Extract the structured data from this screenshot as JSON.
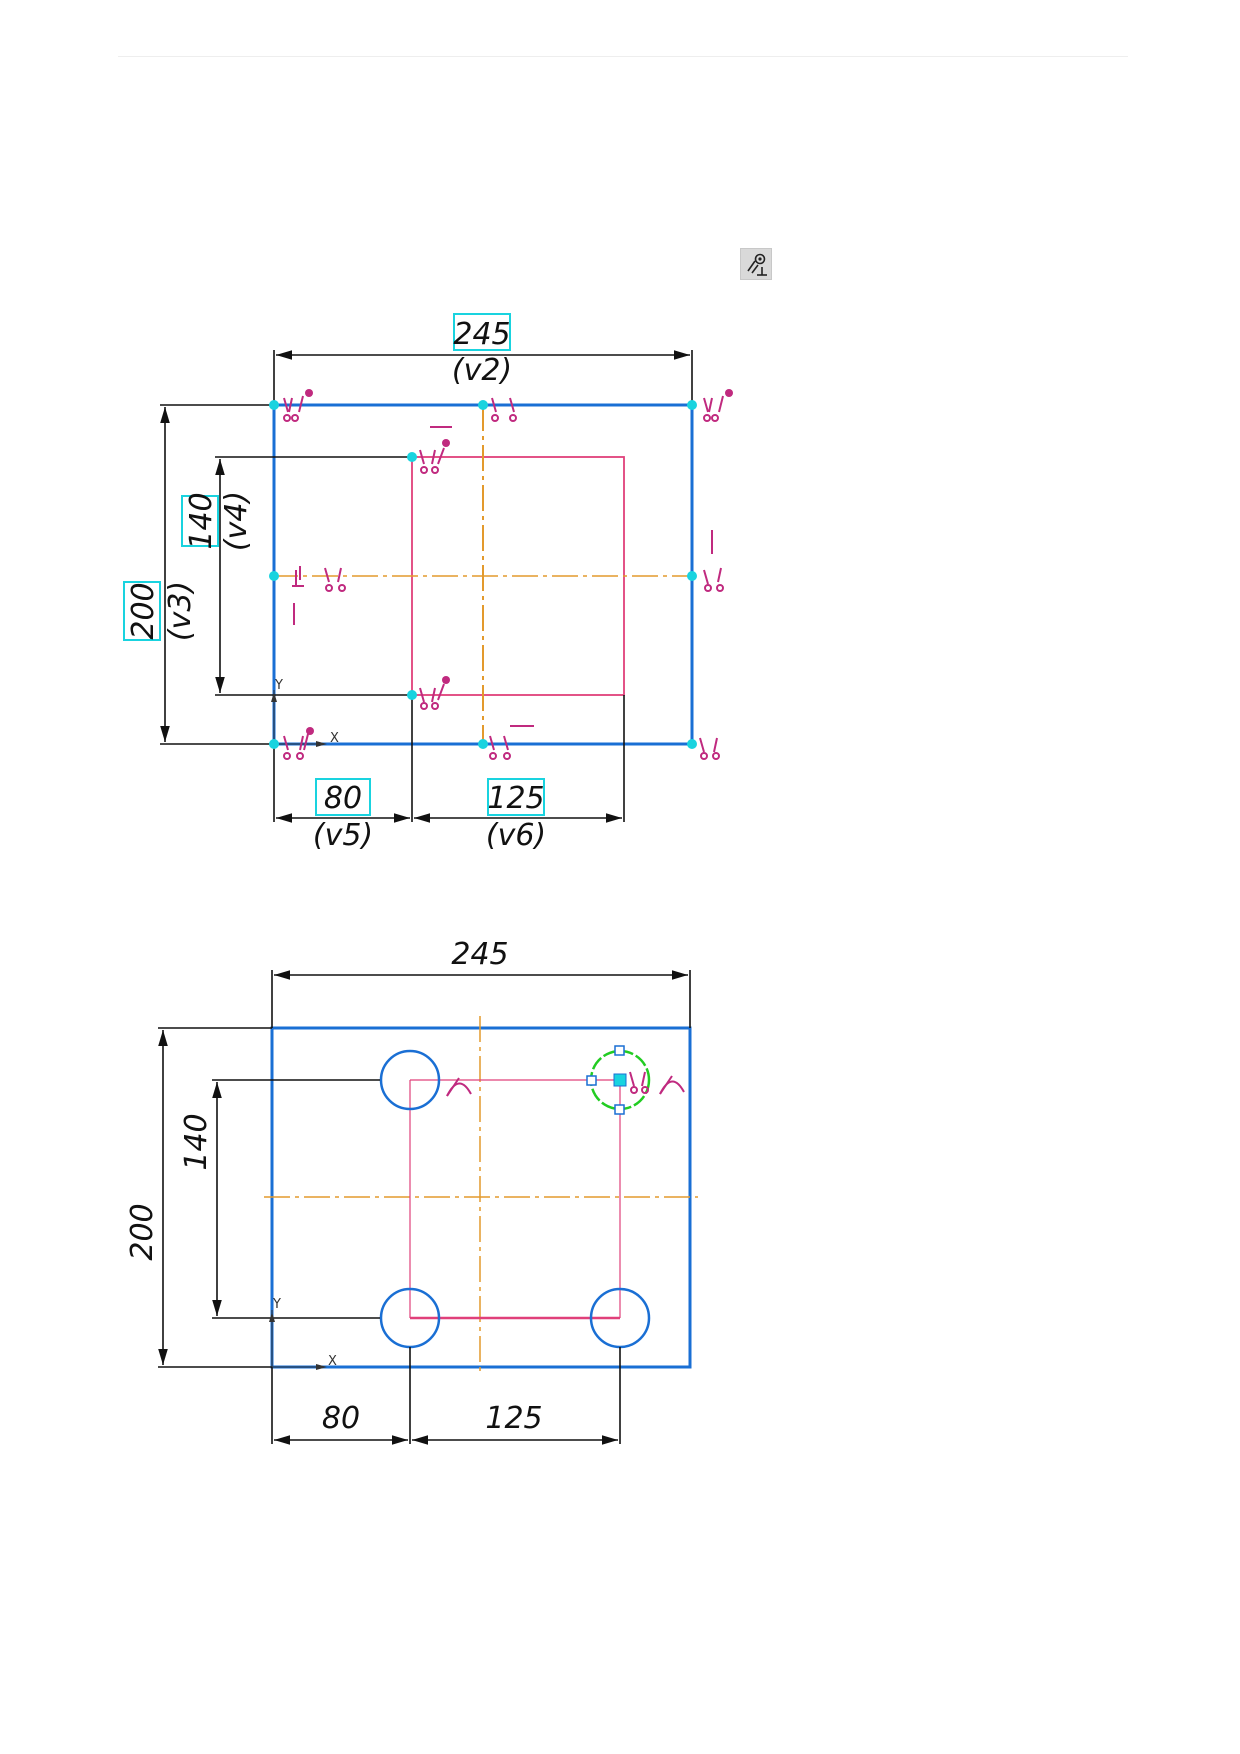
{
  "figure1": {
    "dims": {
      "width_value": "245",
      "width_var": "(v2)",
      "height_value": "200",
      "height_var": "(v3)",
      "inner_height_value": "140",
      "inner_height_var": "(v4)",
      "left_offset_value": "80",
      "left_offset_var": "(v5)",
      "inner_width_value": "125",
      "inner_width_var": "(v6)"
    },
    "axes": {
      "x": "X",
      "y": "Y"
    }
  },
  "figure2": {
    "dims": {
      "width_value": "245",
      "height_value": "200",
      "inner_height_value": "140",
      "left_offset_value": "80",
      "inner_width_value": "125"
    },
    "axes": {
      "x": "X",
      "y": "Y"
    }
  },
  "toolbar": {
    "icon": "parametric-constraint-icon"
  },
  "colors": {
    "contour": "#1a6fd4",
    "construction": "#e0407a",
    "axis": "#e39a2d",
    "constraint": "#c02a7f",
    "variable_frame": "#19d3df",
    "selection": "#22cc22"
  }
}
